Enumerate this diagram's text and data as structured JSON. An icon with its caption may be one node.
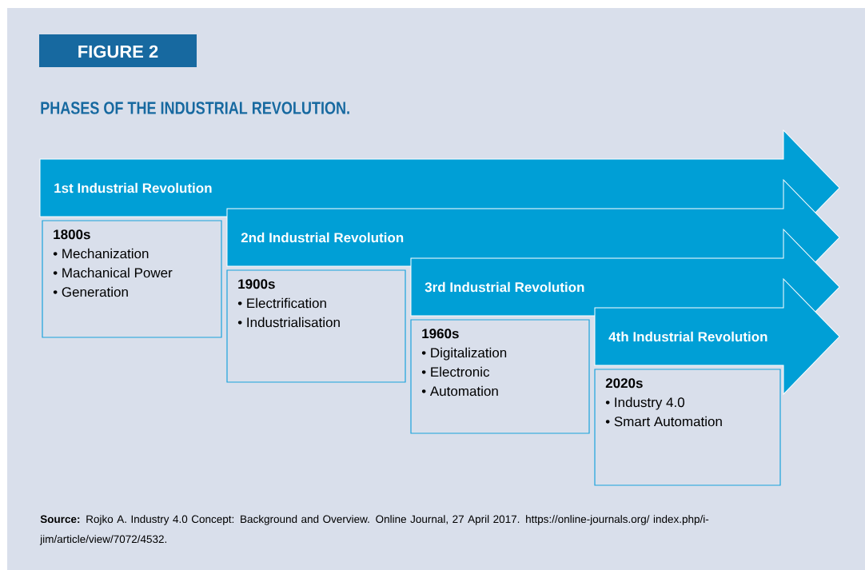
{
  "diagram": {
    "title": "PHASES OF THE INDUSTRIAL REVOLUTION.",
    "caption": "**Source:** Rojko A. Industry 4.0 Concept: Background and Overview. Online Journal, 27 April 2017. https://online-journals.org/ index.php/i-jim/article/view/7072/4532.",
    "nodes": [
      {
        "text": [
          "FIGURE 2"
        ]
      },
      {
        "text": [
          "1st Industrial Revolution"
        ]
      },
      {
        "text": [
          "1800s",
          "• Mechanization",
          "• Machanical Power",
          "• Generation"
        ]
      },
      {
        "text": [
          "2nd Industrial Revolution"
        ]
      },
      {
        "text": [
          "1900s",
          "• Electrification",
          "• Industrialisation"
        ]
      },
      {
        "text": [
          "3rd Industrial Revolution"
        ]
      },
      {
        "text": [
          "1960s",
          "• Digitalization",
          "• Electronic",
          "• Automation"
        ]
      },
      {
        "text": [
          "4th Industrial Revolution"
        ]
      },
      {
        "text": [
          "2020s",
          "• Industry 4.0",
          "• Smart Automation"
        ]
      }
    ]
  }
}
